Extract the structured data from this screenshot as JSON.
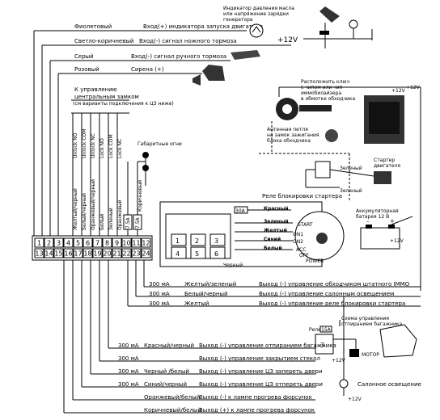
{
  "top_notes": {
    "oil_indicator": "Индикатор давления масла или напряжение зарядки генератора",
    "plus12v": "+12V"
  },
  "left_wires": [
    {
      "color": "Фиолетовый",
      "function": "Вход(+) индикатора запуска двигателя"
    },
    {
      "color": "Светло-коричневый",
      "function": "Вход(-) сигнал ножного тормоза"
    },
    {
      "color": "Серый",
      "function": "Вход(-) сигнал ручного тормоза"
    },
    {
      "color": "Розовый",
      "function": "Сирена (+)"
    }
  ],
  "central_lock": {
    "title_line1": "К управлению",
    "title_line2": "центральным замком",
    "note": "(см варианты подключения к ЦЗ ниже)",
    "outputs": [
      "Unlock NO",
      "Unlock COM",
      "Unlock NC",
      "Lock NO",
      "Lock COM",
      "Lock NC"
    ],
    "wires": [
      "Желтый/черный",
      "Белый/черный",
      "Оранжевый/черный",
      "Белый",
      "Зеленый",
      "Оранжевый",
      "Коричневый"
    ]
  },
  "fuses": [
    "7.5A",
    "7.5A"
  ],
  "parking_lights": "Габаритные огни",
  "connector": {
    "row1": [
      "1",
      "2",
      "3",
      "4",
      "5",
      "6",
      "7",
      "8",
      "9",
      "10",
      "11",
      "12"
    ],
    "row2": [
      "13",
      "14",
      "15",
      "16",
      "17",
      "18",
      "19",
      "20",
      "21",
      "22",
      "23",
      "24"
    ]
  },
  "immobilizer": {
    "label": "Расположить ключ с чипом или чип иммобилайзера в обмотке обходчика",
    "antenna": "Антенная петля на замок зажигания блока обходчика",
    "plus12v": "+12V"
  },
  "starter": {
    "label": "Стартер двигателя",
    "relay": "Реле блокировки стартера",
    "green": "Зеленый",
    "fuse": "30A"
  },
  "ignition": {
    "wires": [
      "Красный",
      "Зеленый",
      "Желтый",
      "Синий",
      "Белый"
    ],
    "positions": [
      "START",
      "ON1",
      "ON2",
      "ACC",
      "OFF",
      "POWER"
    ],
    "pins": [
      "1",
      "2",
      "3",
      "4",
      "5",
      "6"
    ],
    "black": "Черный"
  },
  "battery": {
    "label": "Аккумуляторная батарея 12 В",
    "plus": "+",
    "minus": "–",
    "plus12v": "+12V"
  },
  "outputs_mid": [
    {
      "current": "300 мА",
      "color": "Желтый/зеленый",
      "function": "Выход (-) управление обходчиком штатного IMMO"
    },
    {
      "current": "300 мА",
      "color": "Белый/черный",
      "function": "Выход (-) управление салонным освещением"
    },
    {
      "current": "300 мА",
      "color": "Желтый",
      "function": "Выход (-) управление реле блокировки стартера"
    }
  ],
  "trunk": {
    "label": "Схема управления отпиранием багажника",
    "relay": "Реле",
    "fuse": "15A",
    "motor": "МОТОР",
    "plus12v": "+12V"
  },
  "outputs_bottom": [
    {
      "current": "300 мА",
      "color": "Красный/черный",
      "function": "Выход (-) управление отпиранием багажника"
    },
    {
      "current": "300 мА",
      "color": "",
      "function": "Выход (-) управление закрытием стекол"
    },
    {
      "current": "300 мА",
      "color": "Черный /белый",
      "function": "Выход (-) управление ЦЗ запереть двери"
    },
    {
      "current": "300 мА",
      "color": "Синий/черный",
      "function": "Выход (-) управление ЦЗ отпереть двери"
    },
    {
      "current": "",
      "color": "Оранжевый/белый",
      "function": "Выход (-) к лампе прогрева форсунок"
    },
    {
      "current": "",
      "color": "Коричневый/белый",
      "function": "Выход (+) к лампе прогрева форсунок"
    }
  ],
  "interior_light": {
    "label": "Салонное освещение",
    "plus12v": "+12V"
  }
}
